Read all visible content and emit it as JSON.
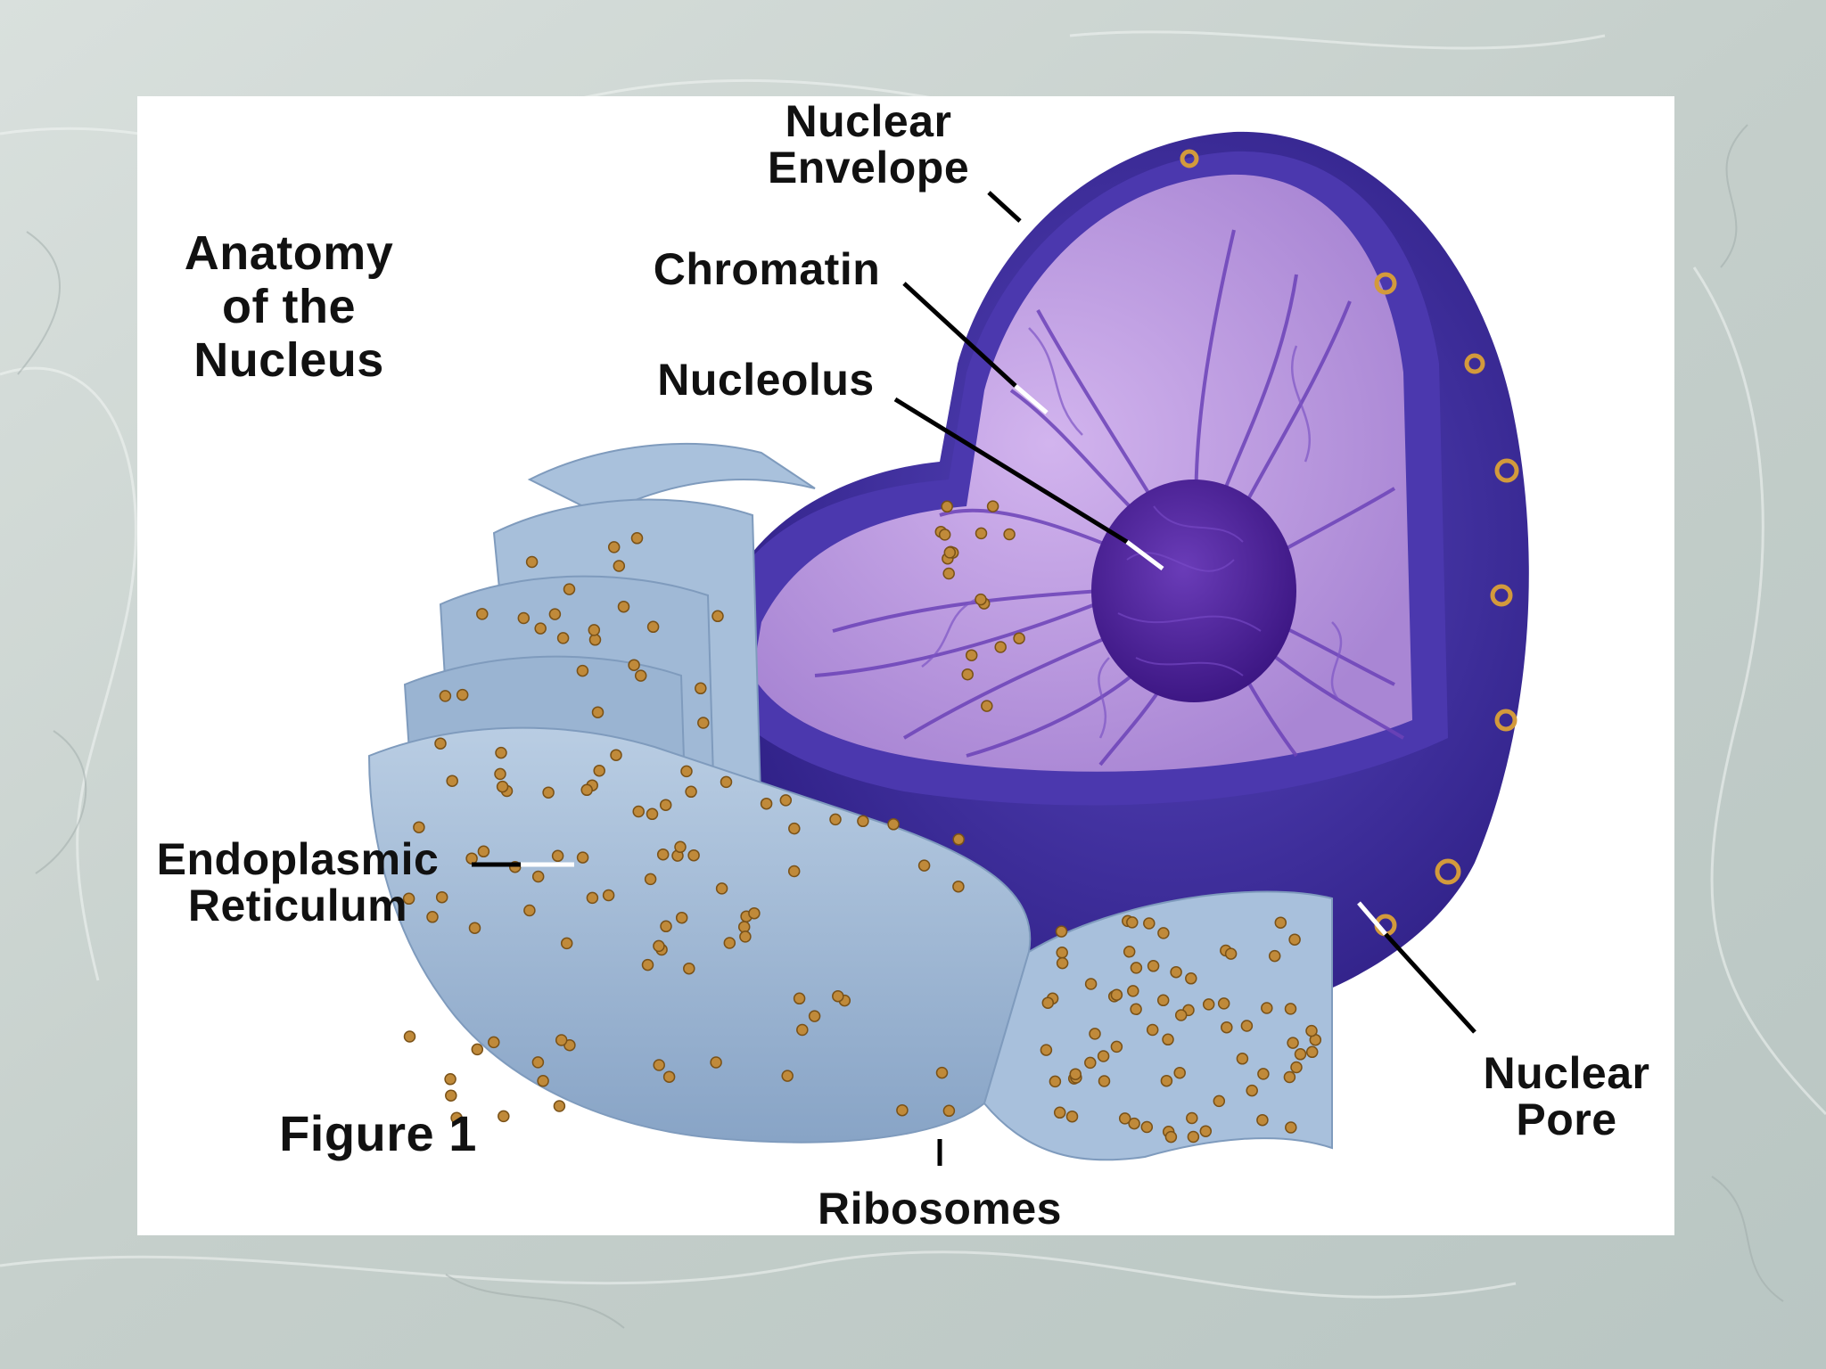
{
  "figure": {
    "title_lines": [
      "Anatomy",
      "of the",
      "Nucleus"
    ],
    "caption": "Figure 1"
  },
  "labels": {
    "nuclear_envelope": [
      "Nuclear",
      "Envelope"
    ],
    "chromatin": "Chromatin",
    "nucleolus": "Nucleolus",
    "endoplasmic_reticulum": [
      "Endoplasmic",
      "Reticulum"
    ],
    "ribosomes": "Ribosomes",
    "nuclear_pore": [
      "Nuclear",
      "Pore"
    ]
  },
  "colors": {
    "background": "#c9d3cf",
    "panel": "#ffffff",
    "nucleus_outer": "#3d2c97",
    "nucleus_inner": "#b893d9",
    "chromatin": "#5b35a8",
    "nucleolus": "#4a1e96",
    "er": "#9cb6d2",
    "ribosome": "#c08a3a"
  },
  "icons": [
    "nucleus-illustration",
    "endoplasmic-reticulum-illustration",
    "ribosome-dots"
  ]
}
